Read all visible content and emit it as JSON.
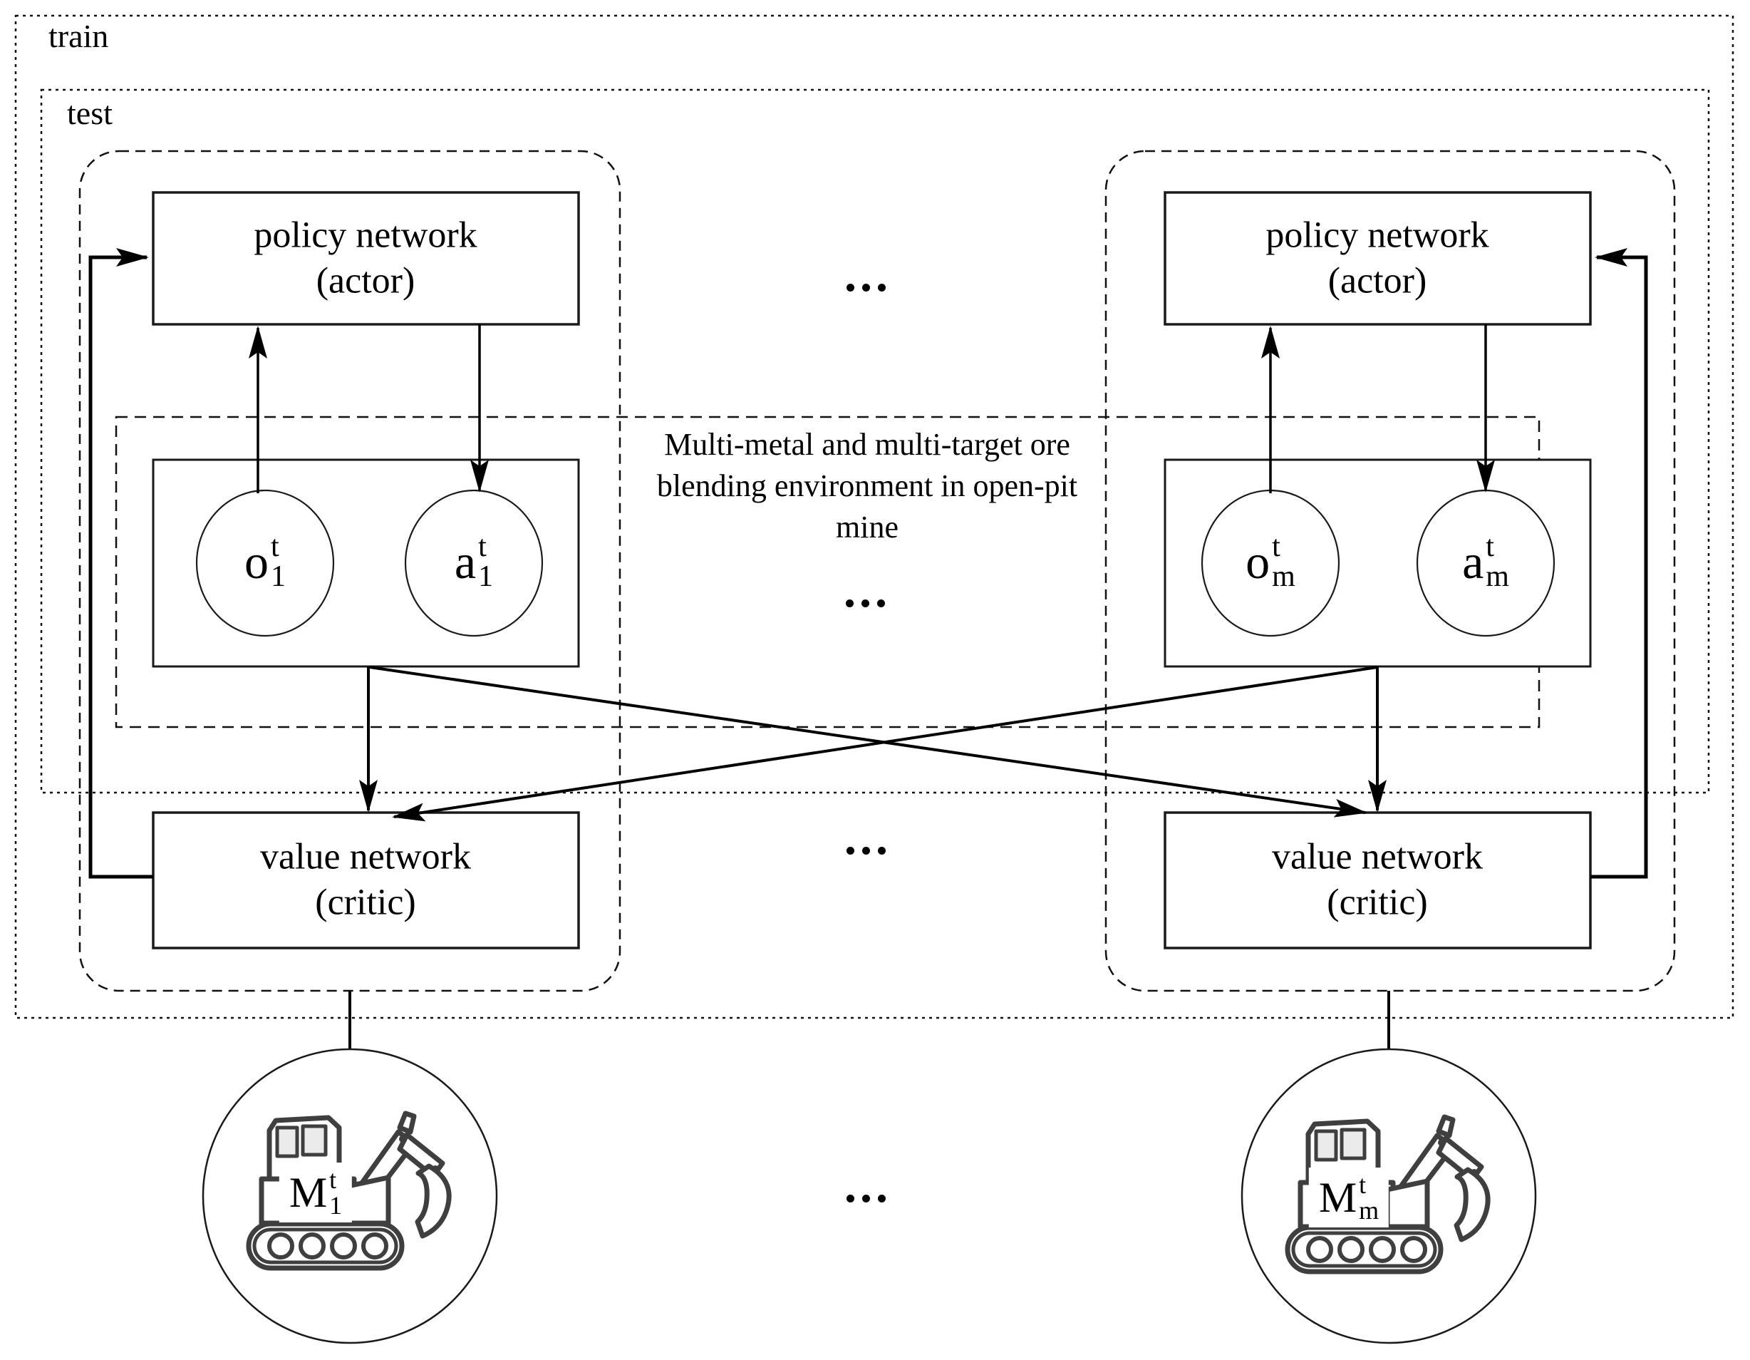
{
  "diagram": {
    "train_label": "train",
    "test_label": "test",
    "ellipsis": "...",
    "environment": {
      "line1": "Multi-metal and multi-target ore",
      "line2": "blending environment in open-pit",
      "line3": "mine"
    },
    "agents": [
      {
        "policy_line1": "policy network",
        "policy_line2": "(actor)",
        "value_line1": "value network",
        "value_line2": "(critic)",
        "observation": {
          "base": "o",
          "sup": "t",
          "sub": "1"
        },
        "action": {
          "base": "a",
          "sup": "t",
          "sub": "1"
        },
        "machine": {
          "base": "M",
          "sup": "t",
          "sub": "1"
        }
      },
      {
        "policy_line1": "policy network",
        "policy_line2": "(actor)",
        "value_line1": "value network",
        "value_line2": "(critic)",
        "observation": {
          "base": "o",
          "sup": "t",
          "sub": "m"
        },
        "action": {
          "base": "a",
          "sup": "t",
          "sub": "m"
        },
        "machine": {
          "base": "M",
          "sup": "t",
          "sub": "m"
        }
      }
    ],
    "icons": {
      "machine_icon": "excavator-icon"
    },
    "colors": {
      "line": "#000000",
      "icon_stroke": "#3f3f3f",
      "window_fill": "#ebebeb",
      "background": "#ffffff"
    }
  }
}
